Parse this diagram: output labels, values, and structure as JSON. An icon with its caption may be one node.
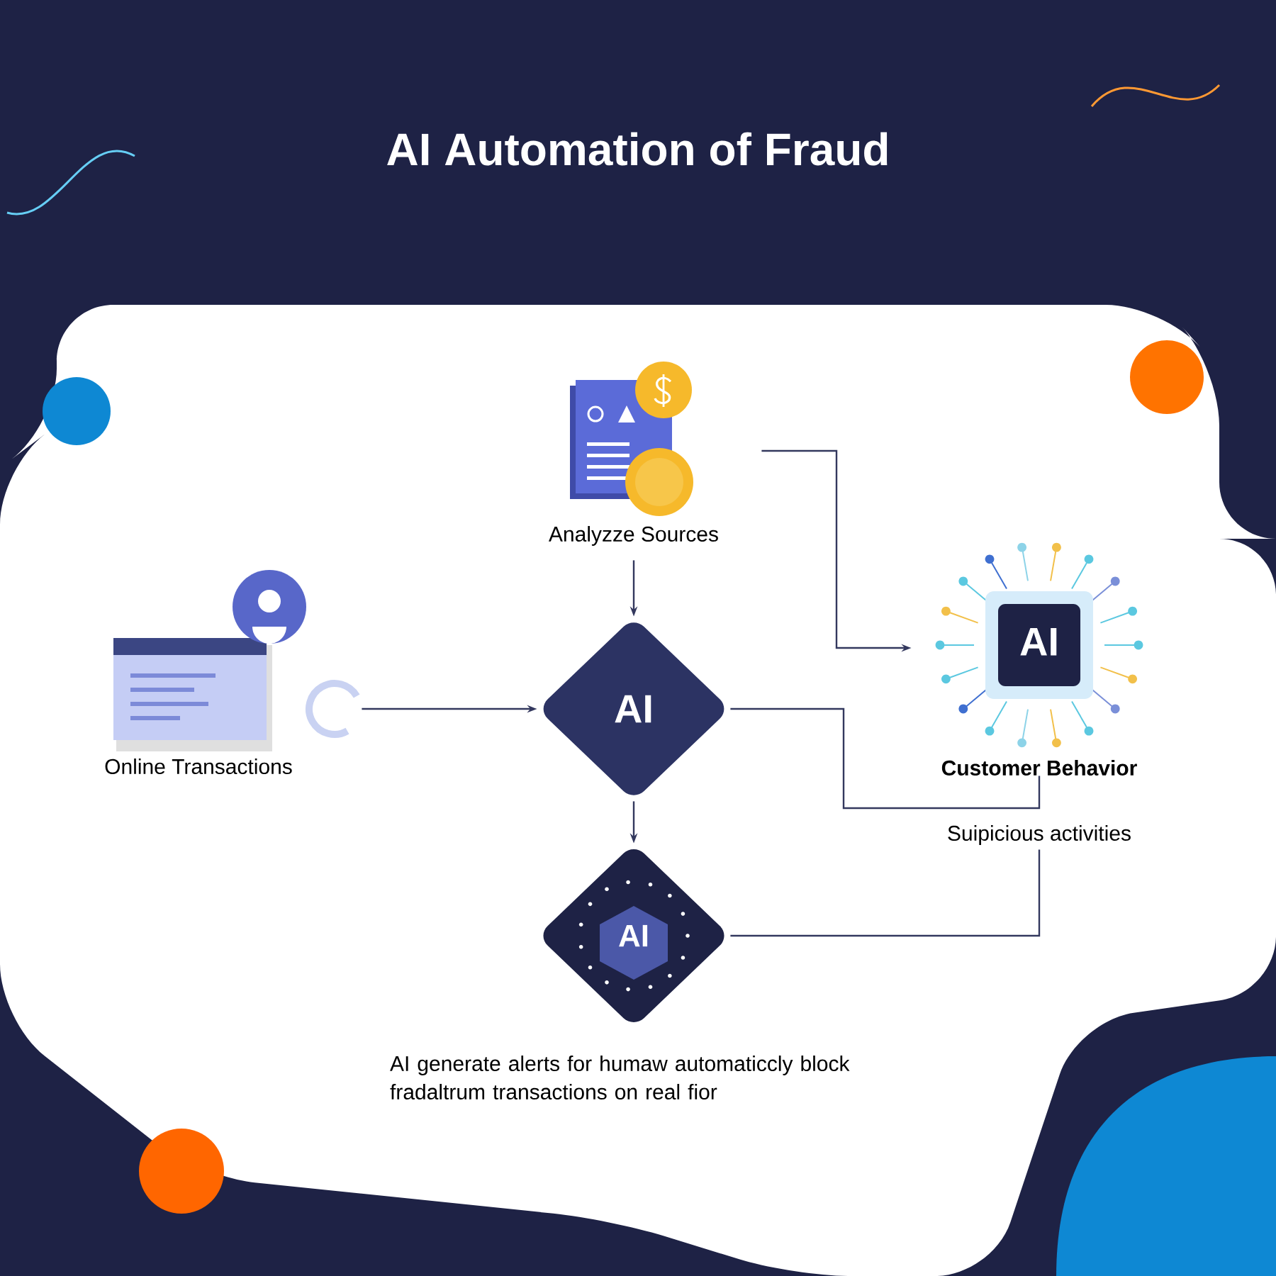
{
  "diagram": {
    "title": "AI Automation of Fraud",
    "nodes": [
      {
        "text": [
          "Online Transactions"
        ]
      },
      {
        "text": [
          "Analyzze Sources"
        ]
      },
      {
        "text": [
          "AI"
        ]
      },
      {
        "text": [
          "AI",
          "Customer Behavior"
        ]
      },
      {
        "text": [
          "Suipicious activities"
        ]
      },
      {
        "text": [
          "AI"
        ],
        "beside": [
          "AI generate alerts for humaw automaticcly block fradaltrum transactions on real fior"
        ]
      }
    ],
    "edges": [
      {
        "from": 0,
        "to": 2,
        "arrow": "to"
      },
      {
        "from": 1,
        "to": 2,
        "arrow": "to"
      },
      {
        "from": 1,
        "to": 3,
        "arrow": "to"
      },
      {
        "from": 2,
        "to": 3,
        "arrow": "none"
      },
      {
        "from": 2,
        "to": 5,
        "arrow": "to"
      },
      {
        "from": 4,
        "to": 5,
        "arrow": "none"
      }
    ]
  }
}
